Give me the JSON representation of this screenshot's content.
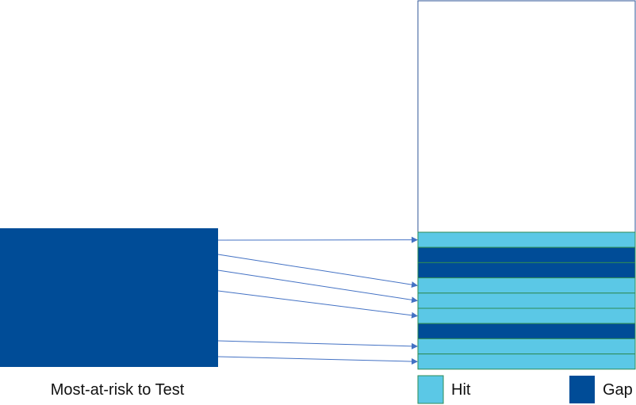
{
  "source_label": "Most-at-risk to Test",
  "legend": [
    {
      "key": "hit",
      "label": "Hit",
      "color": "#5BC8E6"
    },
    {
      "key": "gap",
      "label": "Gap",
      "color": "#004C97"
    }
  ],
  "colors": {
    "source_block": "#004C97",
    "arrow": "#4472C4",
    "outline": "#2F5597",
    "band_border": "#2E8B57"
  },
  "target_bands": [
    "hit",
    "gap",
    "gap",
    "hit",
    "hit",
    "hit",
    "gap",
    "hit",
    "hit"
  ],
  "arrow_targets": [
    0,
    3,
    4,
    5,
    7,
    8
  ]
}
